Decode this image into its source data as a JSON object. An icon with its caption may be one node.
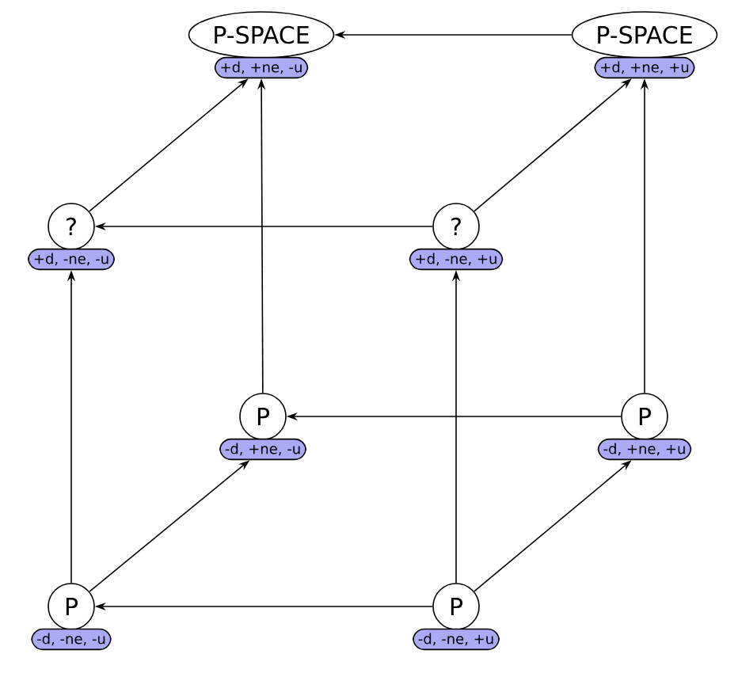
{
  "diagram": {
    "nodes": [
      {
        "text": [
          "P-SPACE",
          "+d, +ne, -u"
        ]
      },
      {
        "text": [
          "P-SPACE",
          "+d, +ne, +u"
        ]
      },
      {
        "text": [
          "?",
          "+d, -ne, -u"
        ]
      },
      {
        "text": [
          "?",
          "+d, -ne, +u"
        ]
      },
      {
        "text": [
          "P",
          "-d, +ne, -u"
        ]
      },
      {
        "text": [
          "P",
          "-d, +ne, +u"
        ]
      },
      {
        "text": [
          "P",
          "-d, -ne, -u"
        ]
      },
      {
        "text": [
          "P",
          "-d, -ne, +u"
        ]
      }
    ],
    "edges": [
      {
        "from": 1,
        "to": 0,
        "arrow": "to"
      },
      {
        "from": 2,
        "to": 0,
        "arrow": "to"
      },
      {
        "from": 3,
        "to": 1,
        "arrow": "to"
      },
      {
        "from": 3,
        "to": 2,
        "arrow": "to"
      },
      {
        "from": 4,
        "to": 0,
        "arrow": "to"
      },
      {
        "from": 5,
        "to": 1,
        "arrow": "to"
      },
      {
        "from": 5,
        "to": 4,
        "arrow": "to"
      },
      {
        "from": 6,
        "to": 2,
        "arrow": "to"
      },
      {
        "from": 6,
        "to": 4,
        "arrow": "to"
      },
      {
        "from": 7,
        "to": 6,
        "arrow": "to"
      },
      {
        "from": 7,
        "to": 3,
        "arrow": "to"
      },
      {
        "from": 7,
        "to": 5,
        "arrow": "to"
      }
    ]
  }
}
